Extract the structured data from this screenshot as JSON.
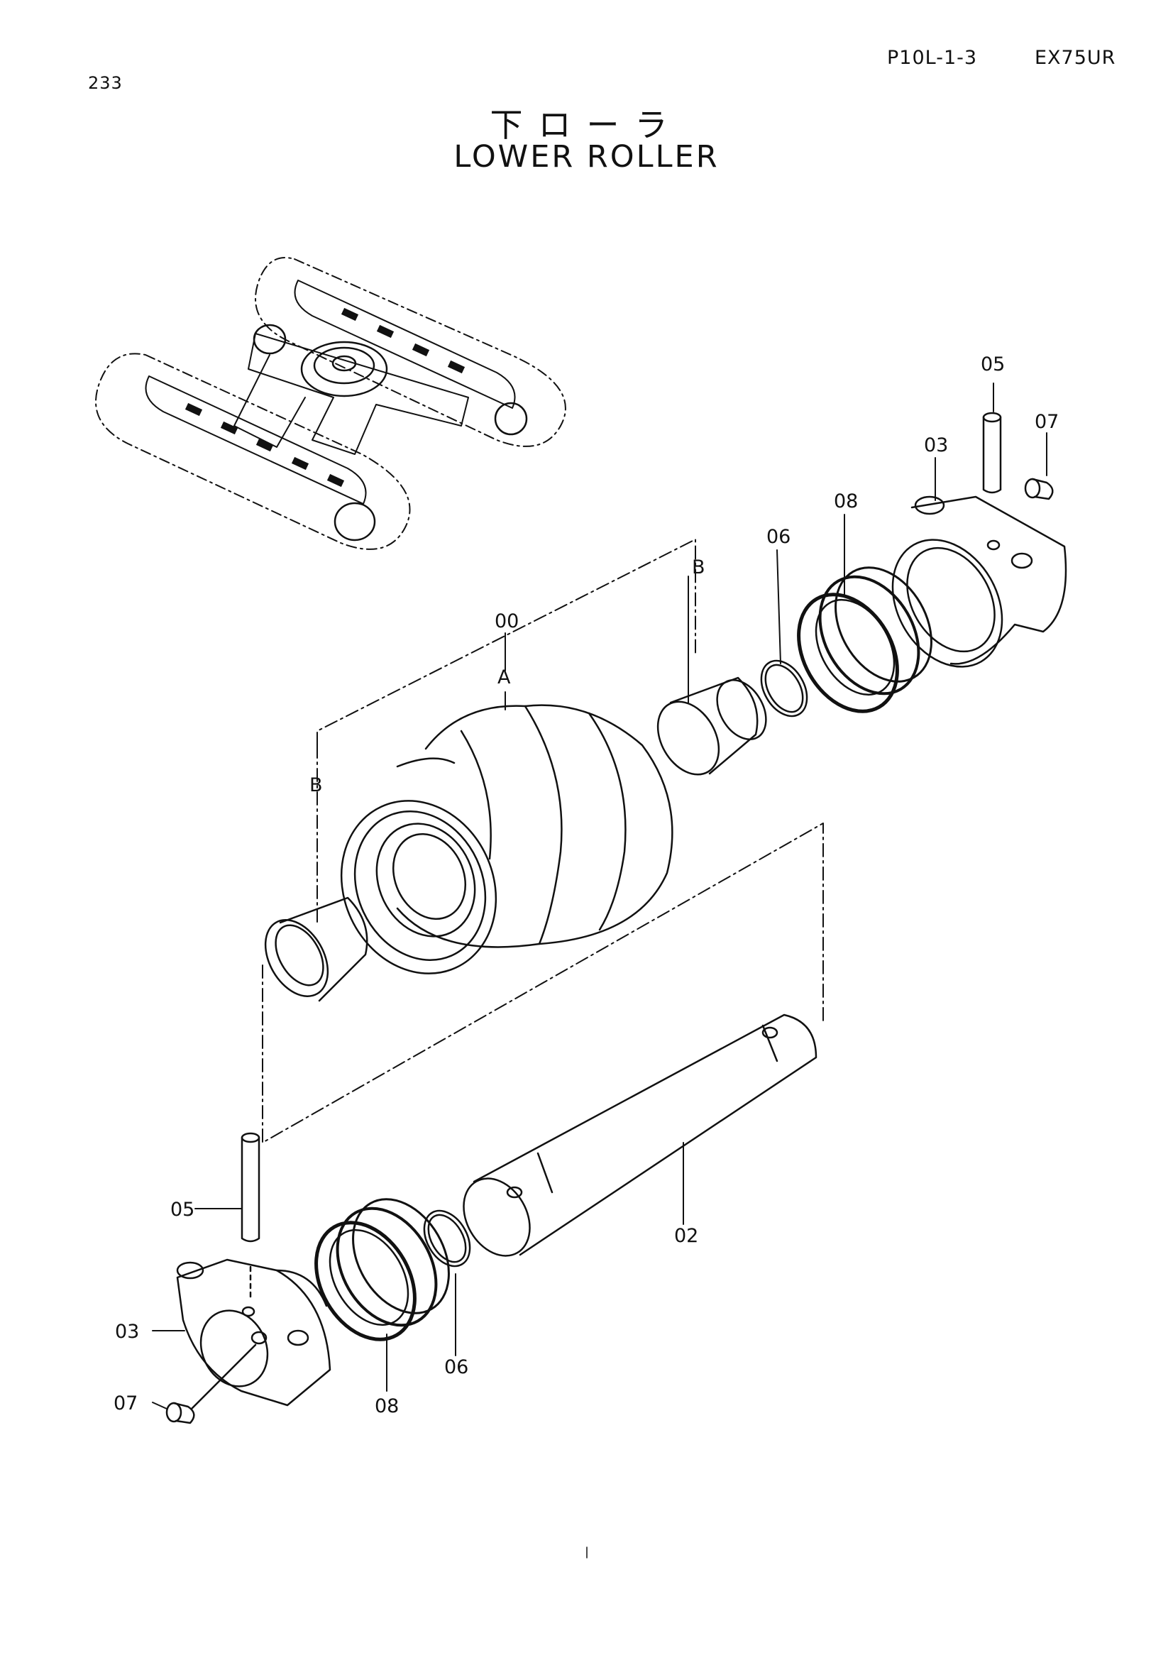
{
  "header": {
    "page_number": "233",
    "page_code": "P10L-1-3",
    "model": "EX75UR",
    "title_jp": "下ローラ",
    "title_en": "LOWER ROLLER"
  },
  "callouts": {
    "c00": "00",
    "c02": "02",
    "c03_top": "03",
    "c03_bottom": "03",
    "c05_top": "05",
    "c05_bottom": "05",
    "c06_top": "06",
    "c06_bottom": "06",
    "c07_top": "07",
    "c07_bottom": "07",
    "c08_top": "08",
    "c08_bottom": "08",
    "refA": "A",
    "refB_left": "B",
    "refB_right": "B"
  }
}
